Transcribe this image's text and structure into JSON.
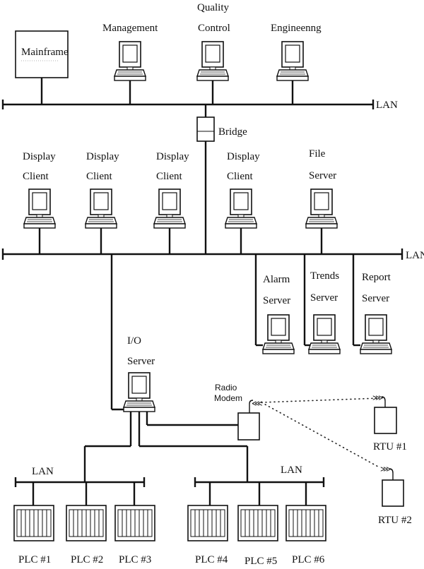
{
  "labels": {
    "mainframe": "Mainframe",
    "management": "Management",
    "quality_l1": "Quality",
    "quality_l2": "Control",
    "engineering": "Engineenng",
    "lan_top": "LAN",
    "bridge": "Bridge",
    "display_l1": "Display",
    "display_l2": "Client",
    "file_l1": "File",
    "file_l2": "Server",
    "lan_mid": "LAN",
    "alarm_l1": "Alarm",
    "alarm_l2": "Server",
    "trends_l1": "Trends",
    "trends_l2": "Server",
    "report_l1": "Report",
    "report_l2": "Server",
    "io_l1": "I/O",
    "io_l2": "Server",
    "radio_l1": "Radio",
    "radio_l2": "Modem",
    "rtu1": "RTU #1",
    "rtu2": "RTU #2",
    "lan_left": "LAN",
    "lan_right": "LAN",
    "plc1": "PLC #1",
    "plc2": "PLC #2",
    "plc3": "PLC #3",
    "plc4": "PLC #4",
    "plc5": "PLC #5",
    "plc6": "PLC #6"
  }
}
